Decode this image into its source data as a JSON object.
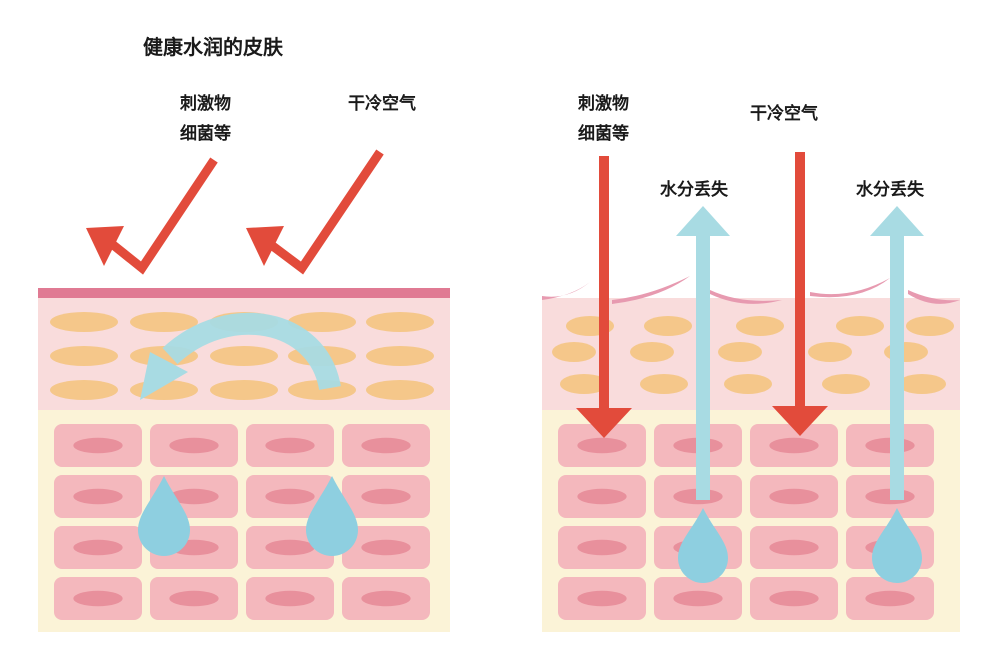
{
  "title": "健康水润的皮肤",
  "left_panel": {
    "label_irritants_line1": "刺激物",
    "label_irritants_line2": "细菌等",
    "label_cold_air": "干冷空气"
  },
  "right_panel": {
    "label_irritants_line1": "刺激物",
    "label_irritants_line2": "细菌等",
    "label_cold_air": "干冷空气",
    "label_water_loss_1": "水分丢失",
    "label_water_loss_2": "水分丢失"
  },
  "colors": {
    "red_arrow": "#e24b3b",
    "blue_arrow": "#a8dbe3",
    "water_drop": "#8ecfe0",
    "surface_line": "#e07a93",
    "upper_layer": "#f9dcdc",
    "oval": "#f5c78a",
    "lower_layer": "#fbf3d7",
    "cell": "#f4b8bd",
    "nucleus": "#e8909c"
  }
}
